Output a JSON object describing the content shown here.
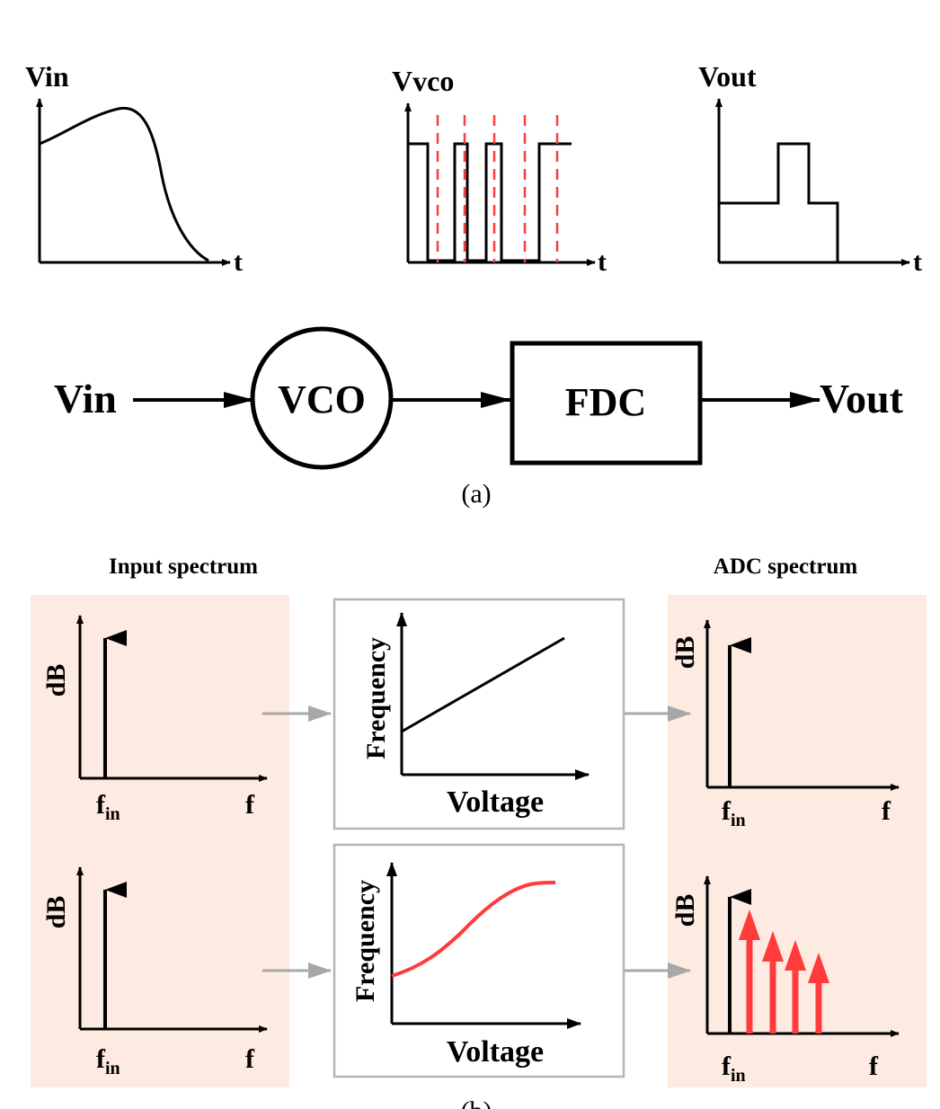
{
  "part_a": {
    "plots": {
      "vin": {
        "ylabel": "Vin",
        "xlabel": "t"
      },
      "vvco": {
        "ylabel": "Vvco",
        "xlabel": "t"
      },
      "vout": {
        "ylabel": "Vout",
        "xlabel": "t"
      }
    },
    "chain": {
      "input": "Vin",
      "vco": "VCO",
      "fdc": "FDC",
      "output": "Vout"
    },
    "caption": "(a)"
  },
  "part_b": {
    "input_heading": "Input spectrum",
    "adc_heading": "ADC spectrum",
    "spectrum_ylabel": "dB",
    "spectrum_xlabel": "f",
    "tone_label_main": "f",
    "tone_label_sub": "in",
    "transfer_ylabel": "Frequency",
    "transfer_xlabel": "Voltage",
    "caption": "(b)"
  },
  "colors": {
    "panel_fill": "#fdeae0",
    "transfer_border": "#b5b5b5",
    "flow_arrow": "#a8a8a8",
    "nonlinear": "#ff3b3b",
    "ink": "#000000"
  }
}
